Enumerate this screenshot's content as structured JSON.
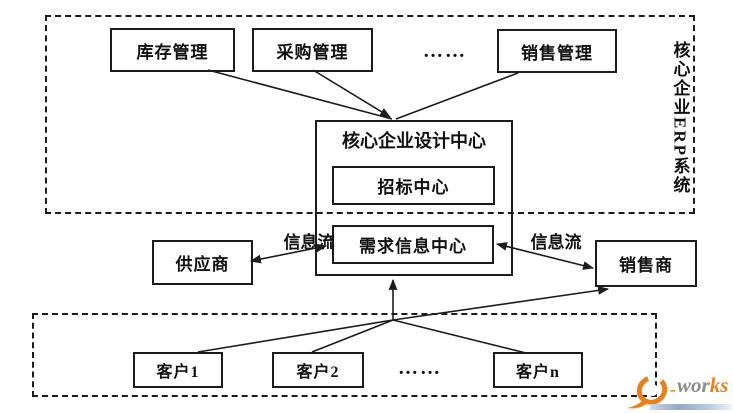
{
  "colors": {
    "line": "#1c1c1c",
    "logo_orange": "#e8811c",
    "logo_gray": "#8b8b8b",
    "logo_bar_blue": "#9db4d0"
  },
  "top_section": {
    "side_label": "核心企业ERP系统",
    "modules": [
      "库存管理",
      "采购管理",
      "销售管理"
    ],
    "ellipsis": "……"
  },
  "center": {
    "title": "核心企业设计中心",
    "bidding_center": "招标中心",
    "demand_center": "需求信息中心"
  },
  "partners": {
    "supplier": "供应商",
    "seller": "销售商",
    "info_flow_left": "信息流",
    "info_flow_right": "信息流"
  },
  "bottom_section": {
    "customers": [
      "客户1",
      "客户2",
      "客户n"
    ],
    "ellipsis": "……"
  },
  "logo": {
    "hyphen": "-",
    "gray_text": "wor",
    "orange_text": "ks"
  }
}
